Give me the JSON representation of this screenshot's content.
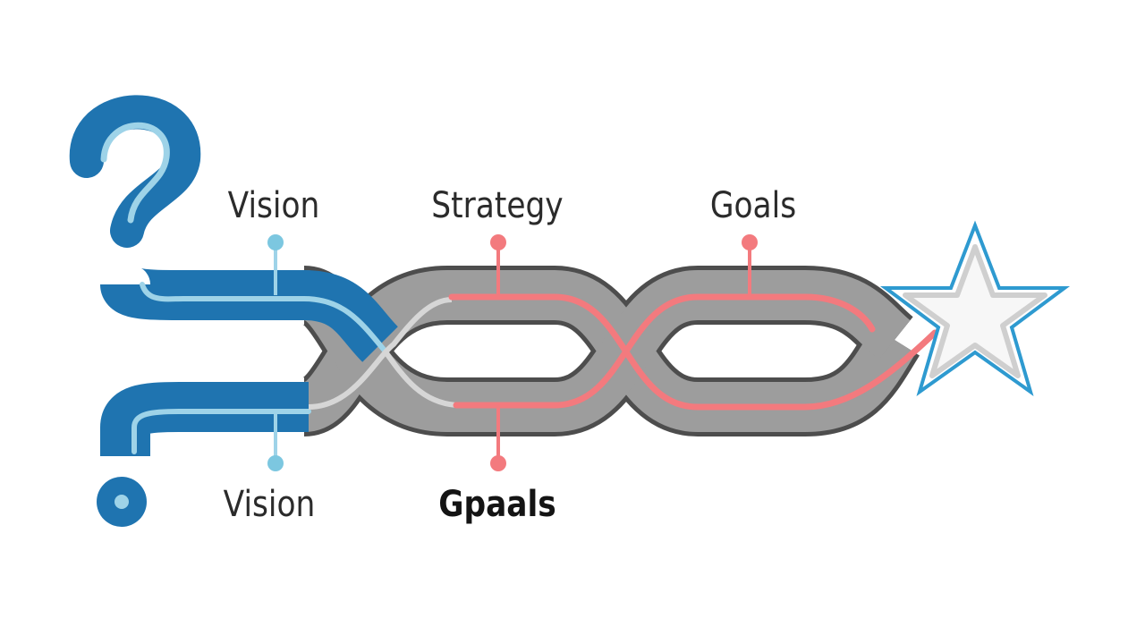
{
  "labels": {
    "vision_top": "Vision",
    "strategy": "Strategy",
    "goals_top": "Goals",
    "vision_bottom": "Vision",
    "goals_bottom": "Gpaals"
  },
  "icons": {
    "start": "question-mark-icon",
    "end": "star-icon"
  },
  "colors": {
    "blue": "#1f74b0",
    "light_blue": "#9ed3e8",
    "gray": "#9d9d9d",
    "outline": "#4d4d4d",
    "red": "#f37a7e",
    "star_outline": "#2e9ad0"
  }
}
